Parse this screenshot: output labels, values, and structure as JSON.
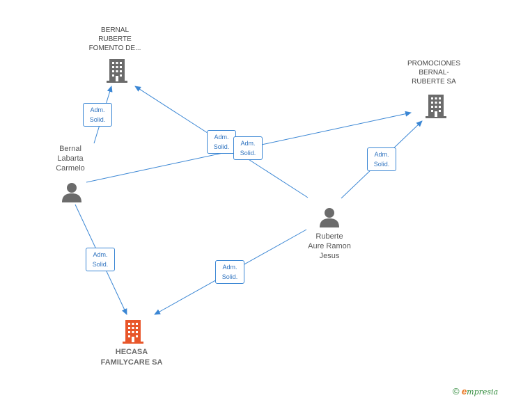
{
  "nodes": {
    "bernal_ruberte_fomento": {
      "lines": [
        "BERNAL",
        "RUBERTE",
        "FOMENTO DE..."
      ],
      "icon": "building-icon",
      "color": "#6b6b6b"
    },
    "promociones_bernal_ruberte": {
      "lines": [
        "PROMOCIONES",
        "BERNAL-",
        "RUBERTE SA"
      ],
      "icon": "building-icon",
      "color": "#6b6b6b"
    },
    "bernal_labarta_carmelo": {
      "lines": [
        "Bernal",
        "Labarta",
        "Carmelo"
      ],
      "icon": "person-icon",
      "color": "#6b6b6b"
    },
    "ruberte_aure_ramon_jesus": {
      "lines": [
        "Ruberte",
        "Aure Ramon",
        "Jesus"
      ],
      "icon": "person-icon",
      "color": "#6b6b6b"
    },
    "hecasa_familycare": {
      "lines": [
        "HECASA",
        "FAMILYCARE SA"
      ],
      "icon": "building-icon",
      "color": "#e8562a"
    }
  },
  "relation": {
    "line1": "Adm.",
    "line2": "Solid."
  },
  "colors": {
    "edge": "#3a86d4",
    "badge_text": "#2f73bf"
  },
  "footer": {
    "copyright": "©",
    "brand_initial": "e",
    "brand_rest": "mpresia"
  }
}
